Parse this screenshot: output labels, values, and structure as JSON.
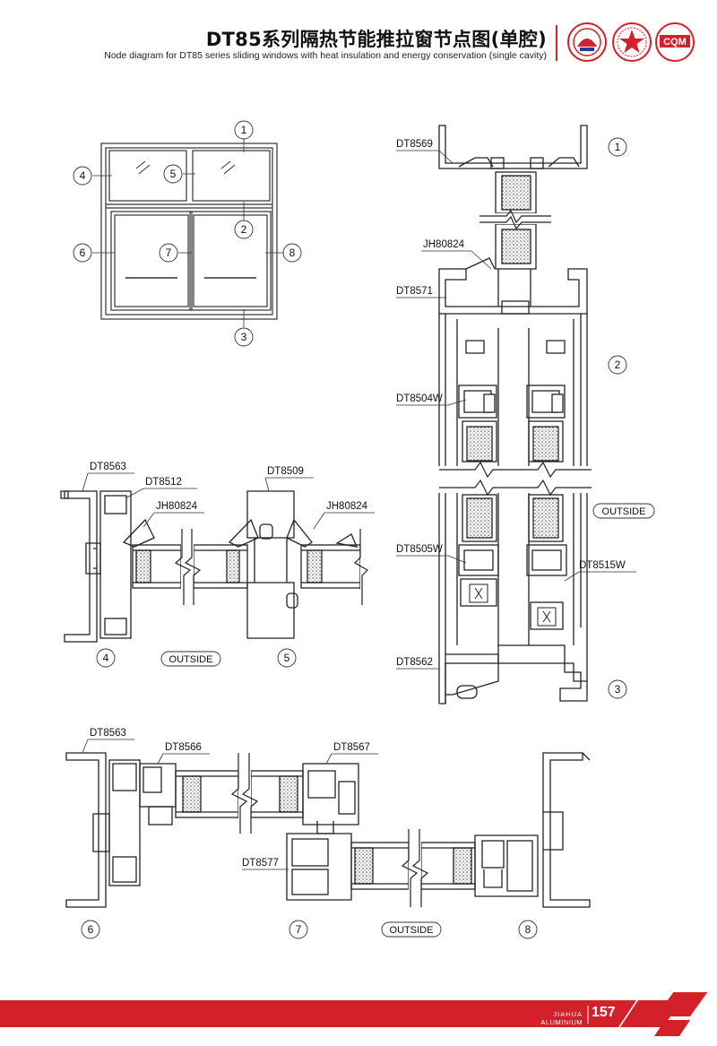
{
  "header": {
    "title": "DT85系列隔热节能推拉窗节点图(单腔)",
    "subtitle": "Node diagram for DT85 series sliding windows with heat insulation and energy conservation (single cavity)"
  },
  "footer": {
    "brand_top": "JIAHUA",
    "brand_bottom": "ALUMINIUM",
    "page_number": "157",
    "accent_color": "#d4202a"
  },
  "callouts": {
    "c1": "1",
    "c2": "2",
    "c3": "3",
    "c4": "4",
    "c5": "5",
    "c6": "6",
    "c7": "7",
    "c8": "8"
  },
  "labels": {
    "outside": "OUTSIDE",
    "dt8569": "DT8569",
    "jh80824": "JH80824",
    "dt8571": "DT8571",
    "dt8504w": "DT8504W",
    "dt8505w": "DT8505W",
    "dt8515w": "DT8515W",
    "dt8562": "DT8562",
    "dt8563": "DT8563",
    "dt8512": "DT8512",
    "dt8509": "DT8509",
    "dt8566": "DT8566",
    "dt8567": "DT8567",
    "dt8577": "DT8577"
  },
  "logos": [
    "seal-icon",
    "star-badge-icon",
    "cqm-logo-icon"
  ]
}
